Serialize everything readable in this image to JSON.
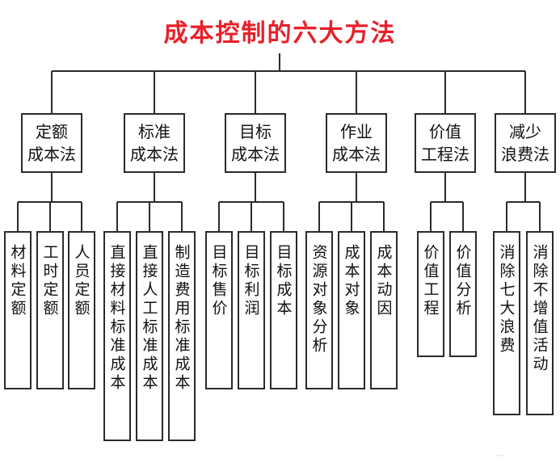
{
  "title": "成本控制的六大方法",
  "methods": [
    {
      "line1": "定额",
      "line2": "成本法",
      "subs": [
        "材料定额",
        "工时定额",
        "人员定额"
      ]
    },
    {
      "line1": "标准",
      "line2": "成本法",
      "subs": [
        "直接材料标准成本",
        "直接人工标准成本",
        "制造费用标准成本"
      ]
    },
    {
      "line1": "目标",
      "line2": "成本法",
      "subs": [
        "目标售价",
        "目标利润",
        "目标成本"
      ]
    },
    {
      "line1": "作业",
      "line2": "成本法",
      "subs": [
        "资源对象分析",
        "成本对象",
        "成本动因"
      ]
    },
    {
      "line1": "价值",
      "line2": "工程法",
      "subs": [
        "价值工程",
        "价值分析"
      ]
    },
    {
      "line1": "减少",
      "line2": "浪费法",
      "subs": [
        "消除七大浪费",
        "消除不增值活动"
      ]
    }
  ]
}
